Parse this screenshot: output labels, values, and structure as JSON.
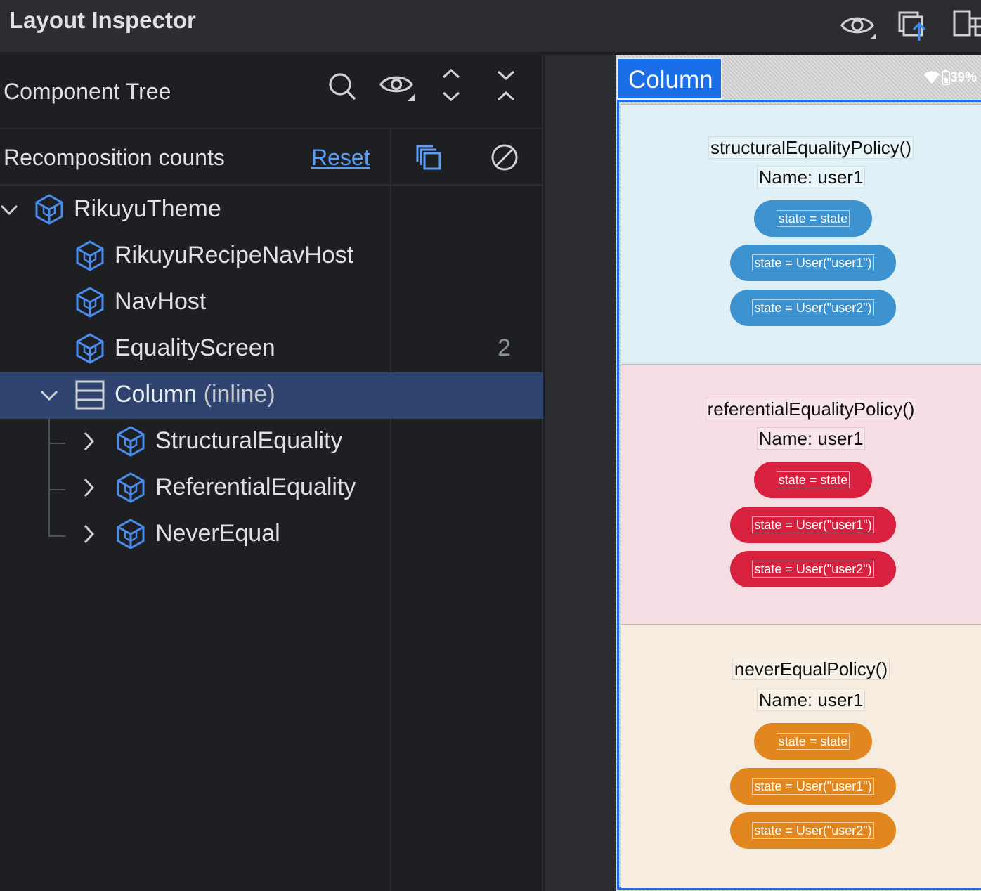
{
  "window": {
    "title": "Layout Inspector",
    "icons": [
      "eye-icon",
      "export-icon",
      "layout-tree-icon"
    ]
  },
  "component_tree": {
    "title": "Component Tree",
    "header_icons": [
      "search-icon",
      "eye-icon",
      "expand-collapse-icon",
      "collapse-all-icon"
    ],
    "recomposition": {
      "label": "Recomposition counts",
      "reset_label": "Reset"
    },
    "nodes": [
      {
        "label": "RikuyuTheme",
        "count": ""
      },
      {
        "label": "RikuyuRecipeNavHost",
        "count": ""
      },
      {
        "label": "NavHost",
        "count": ""
      },
      {
        "label": "EqualityScreen",
        "count": "2"
      },
      {
        "label": "Column",
        "suffix": " (inline)",
        "count": ""
      },
      {
        "label": "StructuralEquality",
        "count": ""
      },
      {
        "label": "ReferentialEquality",
        "count": ""
      },
      {
        "label": "NeverEqual",
        "count": ""
      }
    ]
  },
  "device": {
    "selected_tag": "Column",
    "battery": "39%",
    "sections": [
      {
        "policy": "structuralEqualityPolicy()",
        "name": "Name: user1",
        "buttons": [
          "state = state",
          "state = User(\"user1\")",
          "state = User(\"user2\")"
        ],
        "color": "#3d93cf"
      },
      {
        "policy": "referentialEqualityPolicy()",
        "name": "Name: user1",
        "buttons": [
          "state = state",
          "state = User(\"user1\")",
          "state = User(\"user2\")"
        ],
        "color": "#d8213f"
      },
      {
        "policy": "neverEqualPolicy()",
        "name": "Name: user1",
        "buttons": [
          "state = state",
          "state = User(\"user1\")",
          "state = User(\"user2\")"
        ],
        "color": "#e2861f"
      }
    ]
  }
}
